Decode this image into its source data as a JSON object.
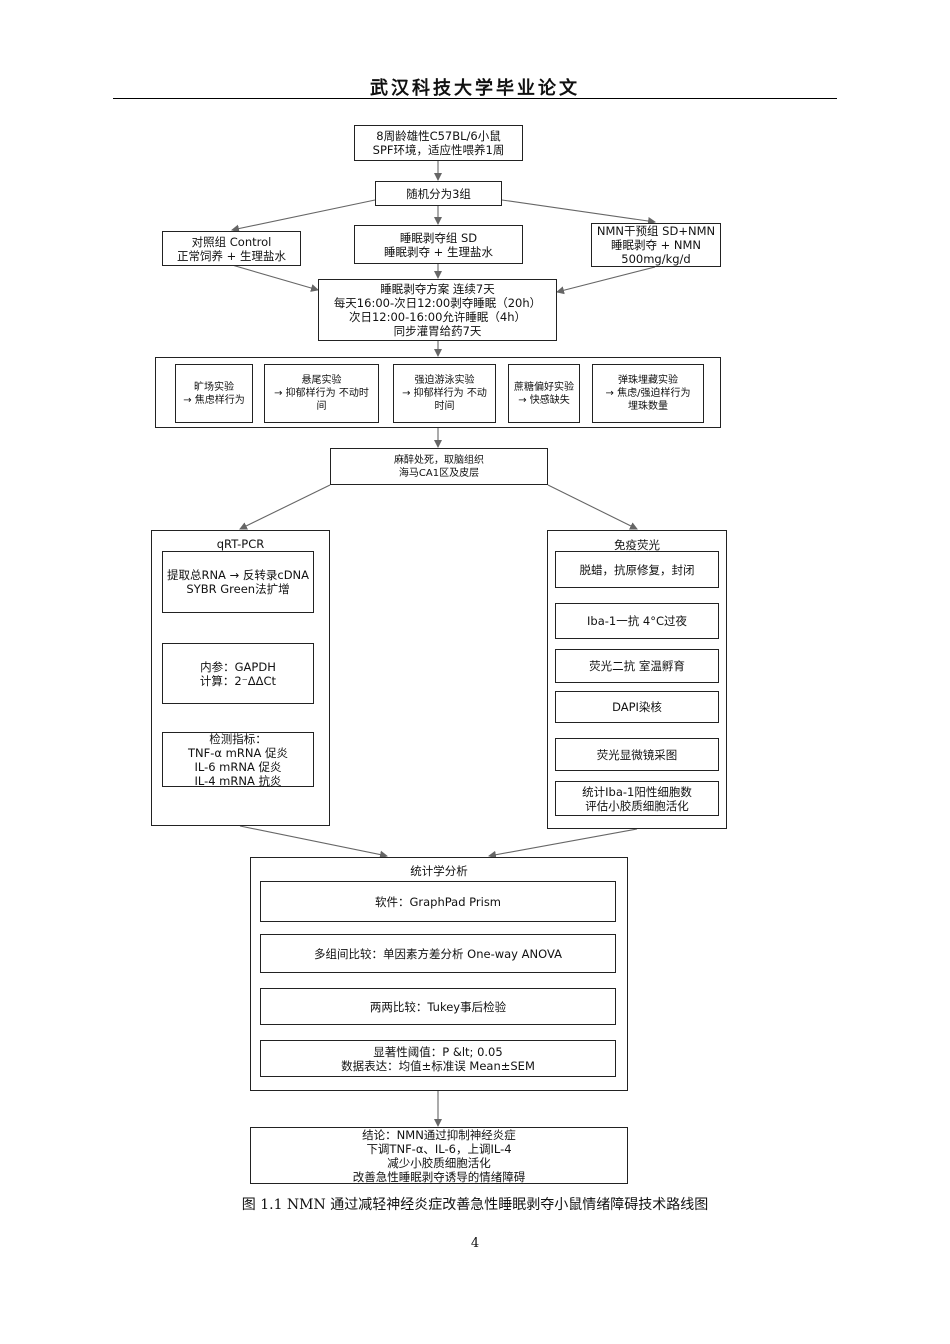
{
  "header": {
    "title": "武汉科技大学毕业论文"
  },
  "flow": {
    "animals": [
      "8周龄雄性C57BL/6小鼠",
      "SPF环境，适应性喂养1周"
    ],
    "grouping": [
      "随机分为3组"
    ],
    "group_control": [
      "对照组 Control",
      "正常饲养 + 生理盐水"
    ],
    "group_sd": [
      "睡眠剥夺组 SD",
      "睡眠剥夺 + 生理盐水"
    ],
    "group_nmn": [
      "NMN干预组 SD+NMN",
      "睡眠剥夺 + NMN",
      "500mg/kg/d"
    ],
    "protocol": [
      "睡眠剥夺方案 连续7天",
      "每天16:00-次日12:00剥夺睡眠（20h）",
      "次日12:00-16:00允许睡眠（4h）",
      "同步灌胃给药7天"
    ],
    "behavior": {
      "open_field": [
        "旷场实验",
        "→ 焦虑样行为"
      ],
      "tail_suspension": [
        "悬尾实验",
        "→ 抑郁样行为 不动时",
        "间"
      ],
      "forced_swim": [
        "强迫游泳实验",
        "→ 抑郁样行为 不动",
        "时间"
      ],
      "sucrose": [
        "蔗糖偏好实验",
        "→ 快感缺失"
      ],
      "marble": [
        "弹珠埋藏实验",
        "→ 焦虑/强迫样行为",
        "埋珠数量"
      ]
    },
    "sampling": [
      "麻醉处死，取脑组织",
      "海马CA1区及皮层"
    ],
    "qpcr": {
      "title": "qRT-PCR",
      "step1": [
        "提取总RNA → 反转录cDNA",
        "SYBR Green法扩增"
      ],
      "step2": [
        "内参：GAPDH",
        "计算：2⁻ΔΔCt"
      ],
      "step3": [
        "检测指标：",
        "TNF-α mRNA 促炎",
        "IL-6 mRNA 促炎",
        "IL-4 mRNA 抗炎"
      ]
    },
    "if": {
      "title": "免疫荧光",
      "step1": [
        "脱蜡，抗原修复，封闭"
      ],
      "step2": [
        "Iba-1一抗 4°C过夜"
      ],
      "step3": [
        "荧光二抗 室温孵育"
      ],
      "step4": [
        "DAPI染核"
      ],
      "step5": [
        "荧光显微镜采图"
      ],
      "step6": [
        "统计Iba-1阳性细胞数",
        "评估小胶质细胞活化"
      ]
    },
    "stats": {
      "title": "统计学分析",
      "software": [
        "软件：GraphPad Prism"
      ],
      "multi": [
        "多组间比较：单因素方差分析 One-way ANOVA"
      ],
      "pairwise": [
        "两两比较：Tukey事后检验"
      ],
      "threshold": [
        "显著性阈值：P &lt; 0.05",
        "数据表达：均值±标准误 Mean±SEM"
      ]
    },
    "conclusion": [
      "结论：NMN通过抑制神经炎症",
      "下调TNF-α、IL-6，上调IL-4",
      "减少小胶质细胞活化",
      "改善急性睡眠剥夺诱导的情绪障碍"
    ]
  },
  "caption": "图 1.1  NMN 通过减轻神经炎症改善急性睡眠剥夺小鼠情绪障碍技术路线图",
  "page_number": "4",
  "colors": {
    "stroke": "#222222",
    "arrow": "#666666",
    "text": "#111111"
  }
}
